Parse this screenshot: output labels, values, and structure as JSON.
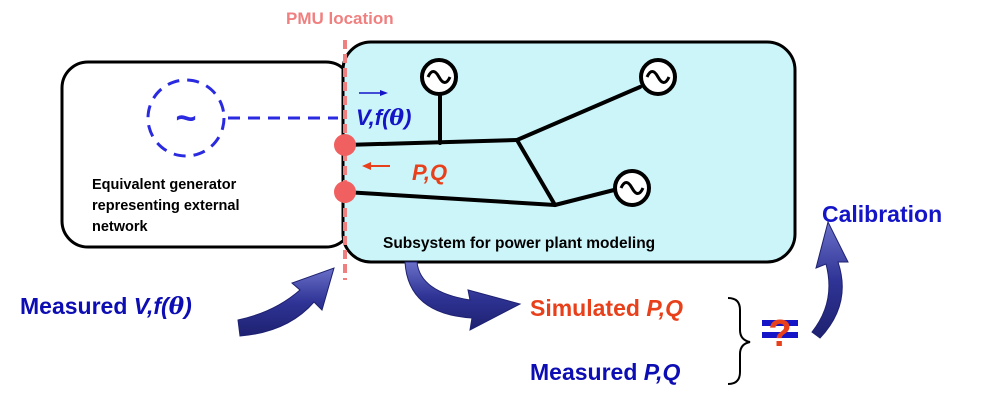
{
  "diagram": {
    "pmu_label": "PMU location",
    "external_network": {
      "source_symbol": "~",
      "caption_lines": [
        "Equivalent generator",
        "representing external",
        "network"
      ]
    },
    "subsystem": {
      "caption": "Subsystem for power plant modeling"
    },
    "signals": {
      "vf_label": "V,f(",
      "vf_theta": "θ",
      "vf_close": ")",
      "pq_label": "P,Q"
    },
    "measured_vf": {
      "prefix": "Measured ",
      "italic": "V,f(",
      "theta": "θ",
      "close": ")"
    },
    "simulated_pq": {
      "prefix": "Simulated ",
      "italic": "P,Q"
    },
    "measured_pq": {
      "prefix": "Measured ",
      "italic": "P,Q"
    },
    "calibration": "Calibration",
    "question_mark": "?",
    "colors": {
      "blue": "#1515c8",
      "dark_blue": "#0d0db4",
      "red": "#e8401a",
      "pmu_red": "#f08080",
      "node_red": "#f06060",
      "subsystem_fill": "#ccf5fa",
      "arrow_blue": "#2c2e8c"
    }
  }
}
